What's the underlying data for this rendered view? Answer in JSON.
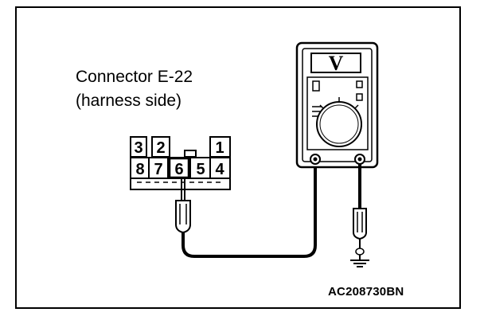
{
  "connector": {
    "title": "Connector E-22",
    "side": "(harness side)",
    "pins_top": [
      "3",
      "2",
      "1"
    ],
    "pins_bottom": [
      "8",
      "7",
      "6",
      "5",
      "4"
    ]
  },
  "meter": {
    "display_symbol": "V"
  },
  "figure_code": "AC208730BN",
  "colors": {
    "line": "#000000",
    "background": "#ffffff"
  }
}
